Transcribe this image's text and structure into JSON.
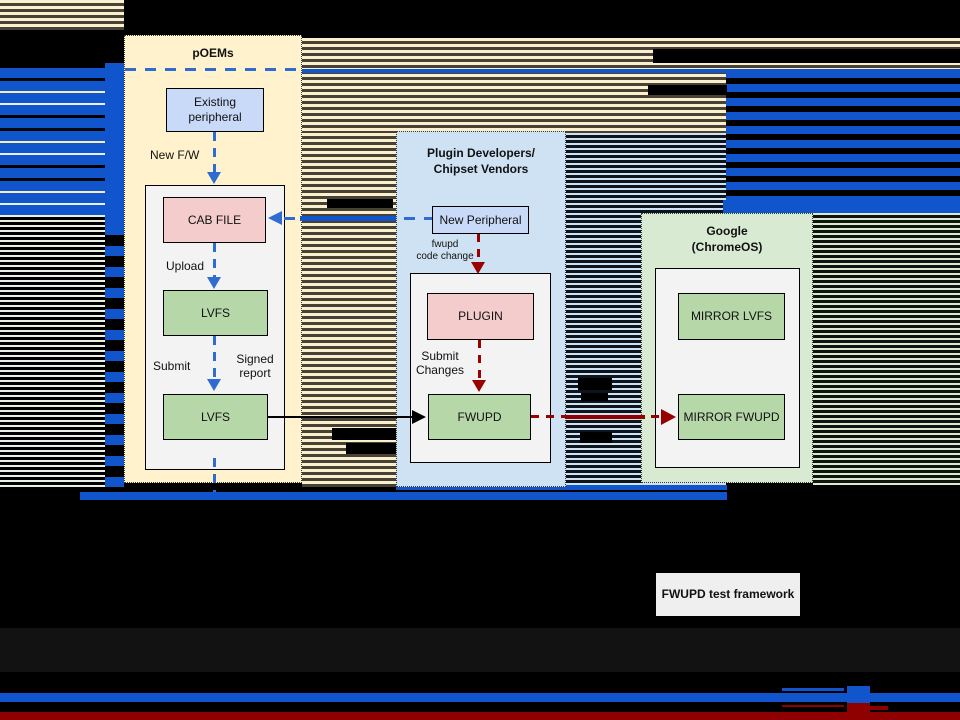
{
  "colors": {
    "glitch_blue": "#1155cc",
    "arrow_blue": "#2f6bd0",
    "arrow_dark_red": "#990000",
    "bottom_red_band": "#8f0000",
    "container_yellow": "#fff2cc",
    "container_light_blue": "#cfe2f3",
    "container_light_green": "#d9ead3",
    "node_blue": "#c9daf8",
    "node_pink": "#f4cccc",
    "node_green": "#b6d7a8",
    "inner_gray": "#f3f3f3",
    "test_framework_gray": "#efefef"
  },
  "containers": {
    "poems": {
      "title": "pOEMs"
    },
    "plugin_vendors": {
      "title": "Plugin Developers/\nChipset Vendors"
    },
    "google": {
      "title": "Google\n(ChromeOS)"
    }
  },
  "nodes": {
    "existing_peripheral": "Existing\nperipheral",
    "cab_file": "CAB FILE",
    "lvfs_upper": "LVFS",
    "lvfs_lower": "LVFS",
    "new_peripheral": "New Peripheral",
    "plugin": "PLUGIN",
    "fwupd": "FWUPD",
    "mirror_lvfs": "MIRROR LVFS",
    "mirror_fwupd": "MIRROR FWUPD",
    "test_framework": "FWUPD test framework"
  },
  "edge_labels": {
    "new_fw": "New F/W",
    "upload": "Upload",
    "submit": "Submit",
    "signed_report": "Signed\nreport",
    "fwupd_code_change": "fwupd\ncode change",
    "submit_changes": "Submit\nChanges"
  }
}
